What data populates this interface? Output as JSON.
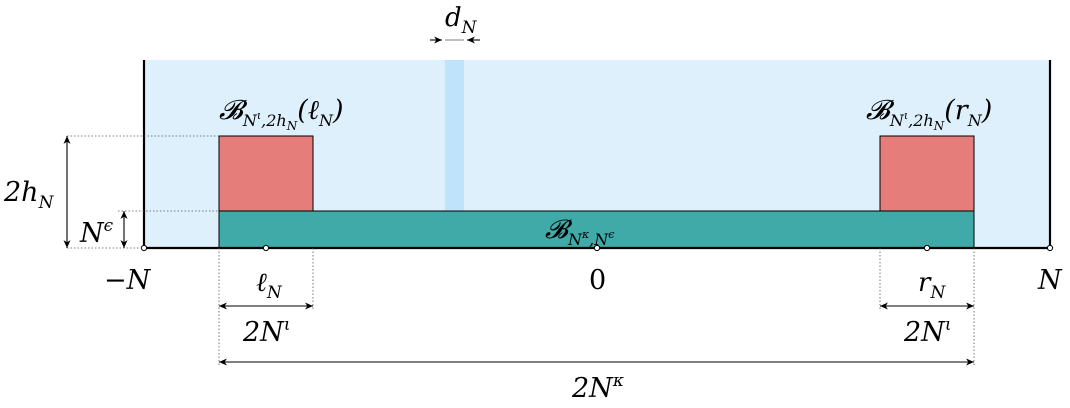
{
  "colors": {
    "domain_fill": "#def0fc",
    "strip_fill": "#bfe3fa",
    "box_fill": "#e57d7b",
    "base_fill": "#40aaa9",
    "line": "#000000"
  },
  "labels": {
    "d_N": {
      "main": "d",
      "sub": "N"
    },
    "minus_N": "−N",
    "N": "N",
    "zero": "0",
    "ell_N": {
      "main": "ℓ",
      "sub": "N"
    },
    "r_N": {
      "main": "r",
      "sub": "N"
    },
    "two_h_N": {
      "main": "2h",
      "sub": "N"
    },
    "N_eps": {
      "main": "N",
      "sup": "ϵ"
    },
    "two_N_iota_left": {
      "main": "2N",
      "sup": "ι"
    },
    "two_N_iota_right": {
      "main": "2N",
      "sup": "ι"
    },
    "two_N_kappa": {
      "main": "2N",
      "sup": "κ"
    },
    "box_left": {
      "main": "𝓑",
      "sub": "N",
      "subsup": "ι",
      "subrest": ",2h",
      "subsub": "N",
      "arg": "(ℓ",
      "argsub": "N",
      "close": ")"
    },
    "box_right": {
      "main": "𝓑",
      "sub": "N",
      "subsup": "ι",
      "subrest": ",2h",
      "subsub": "N",
      "arg": "(r",
      "argsub": "N",
      "close": ")"
    },
    "base": {
      "main": "𝓑",
      "sub": "N",
      "subsup": "κ",
      "comma": ",",
      "sub2": "N",
      "sub2sup": "ϵ"
    }
  }
}
